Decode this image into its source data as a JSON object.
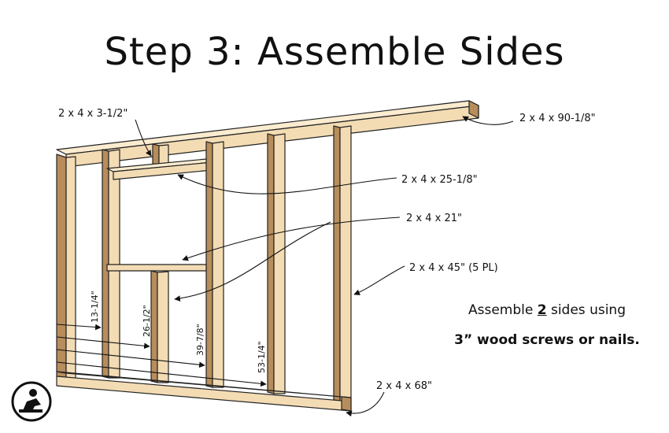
{
  "title": "Step 3: Assemble Sides",
  "labels": {
    "spacer": "2 x 4 x 3-1/2\"",
    "top_plate": "2 x 4 x 90-1/8\"",
    "header": "2 x 4 x 25-1/8\"",
    "middle": "2 x 4 x 21\"",
    "studs": "2 x 4 x 45\" (5 PL)",
    "bottom_plate": "2 x 4 x 68\""
  },
  "dimensions": {
    "d1": "13-1/4\"",
    "d2": "26-1/2\"",
    "d3": "39-7/8\"",
    "d4": "53-1/4\""
  },
  "note": {
    "line1_pre": "Assemble ",
    "line1_num": "2",
    "line1_post": " sides using",
    "line2": "3” wood screws or nails."
  },
  "colors": {
    "wood_front": "#f3dcb4",
    "wood_side": "#b88d5c",
    "wood_top": "#fbecd0",
    "outline": "#222222"
  },
  "icons": {
    "logo": "woodworker-logo-icon"
  }
}
